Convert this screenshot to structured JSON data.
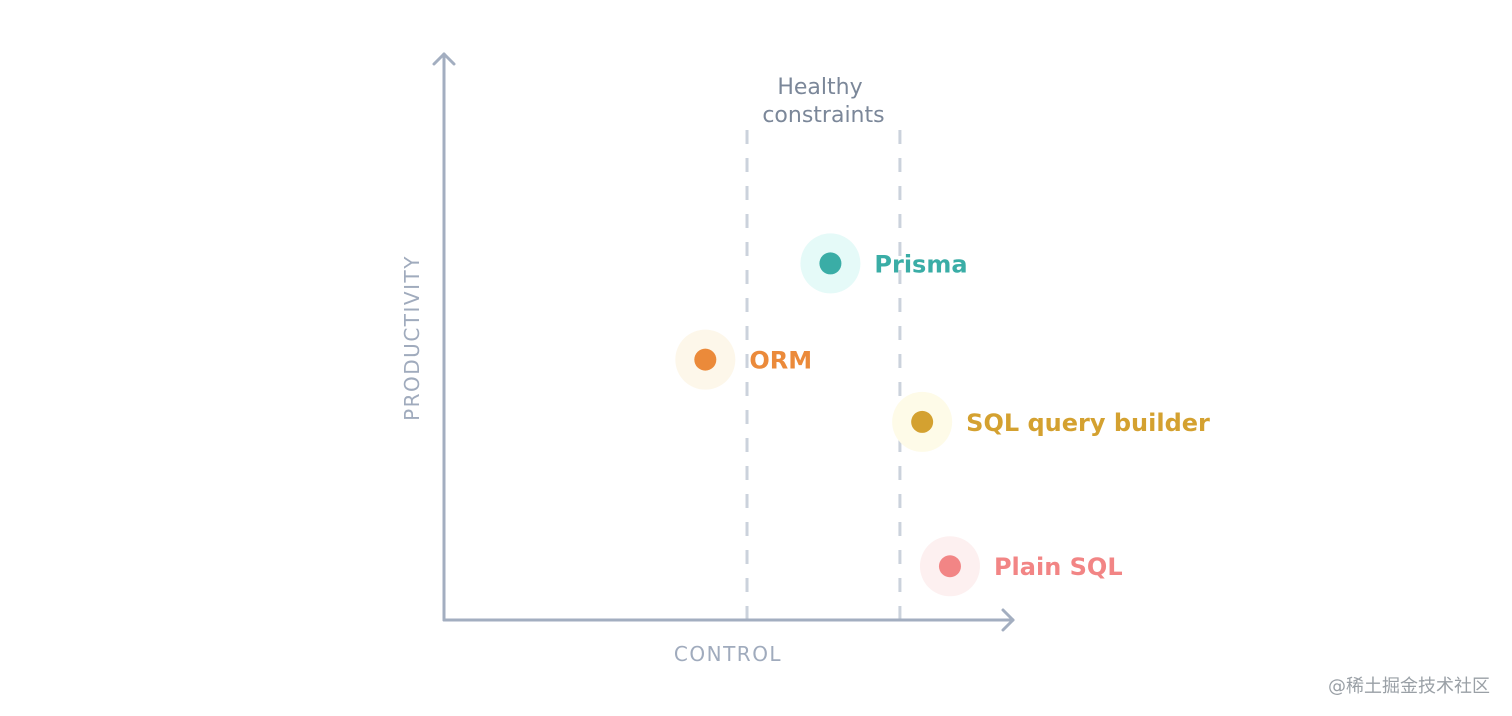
{
  "chart_data": {
    "type": "scatter",
    "title": "",
    "xlabel": "CONTROL",
    "ylabel": "PRODUCTIVITY",
    "xlim": [
      0,
      10
    ],
    "ylim": [
      0,
      10
    ],
    "grid": false,
    "legend": "none",
    "region": {
      "label_lines": [
        "Healthy",
        "constraints"
      ],
      "x_range": [
        5.45,
        8.2
      ]
    },
    "points": [
      {
        "label": "Prisma",
        "x": 6.95,
        "y": 6.3,
        "color": "#3aada6",
        "halo": "#e5faf8"
      },
      {
        "label": "ORM",
        "x": 4.7,
        "y": 4.6,
        "color": "#eb8a3a",
        "halo": "#fdf7ea"
      },
      {
        "label": "SQL query builder",
        "x": 8.6,
        "y": 3.5,
        "color": "#d4a130",
        "halo": "#fefbe8"
      },
      {
        "label": "Plain SQL",
        "x": 9.1,
        "y": 0.95,
        "color": "#f28585",
        "halo": "#fdf0f0"
      }
    ]
  },
  "colors": {
    "axis": "#a3aec0",
    "axis_label": "#a0abbd",
    "zone_label": "#7b8799",
    "guide": "#cbd2dc"
  },
  "watermark": "@稀土掘金技术社区"
}
